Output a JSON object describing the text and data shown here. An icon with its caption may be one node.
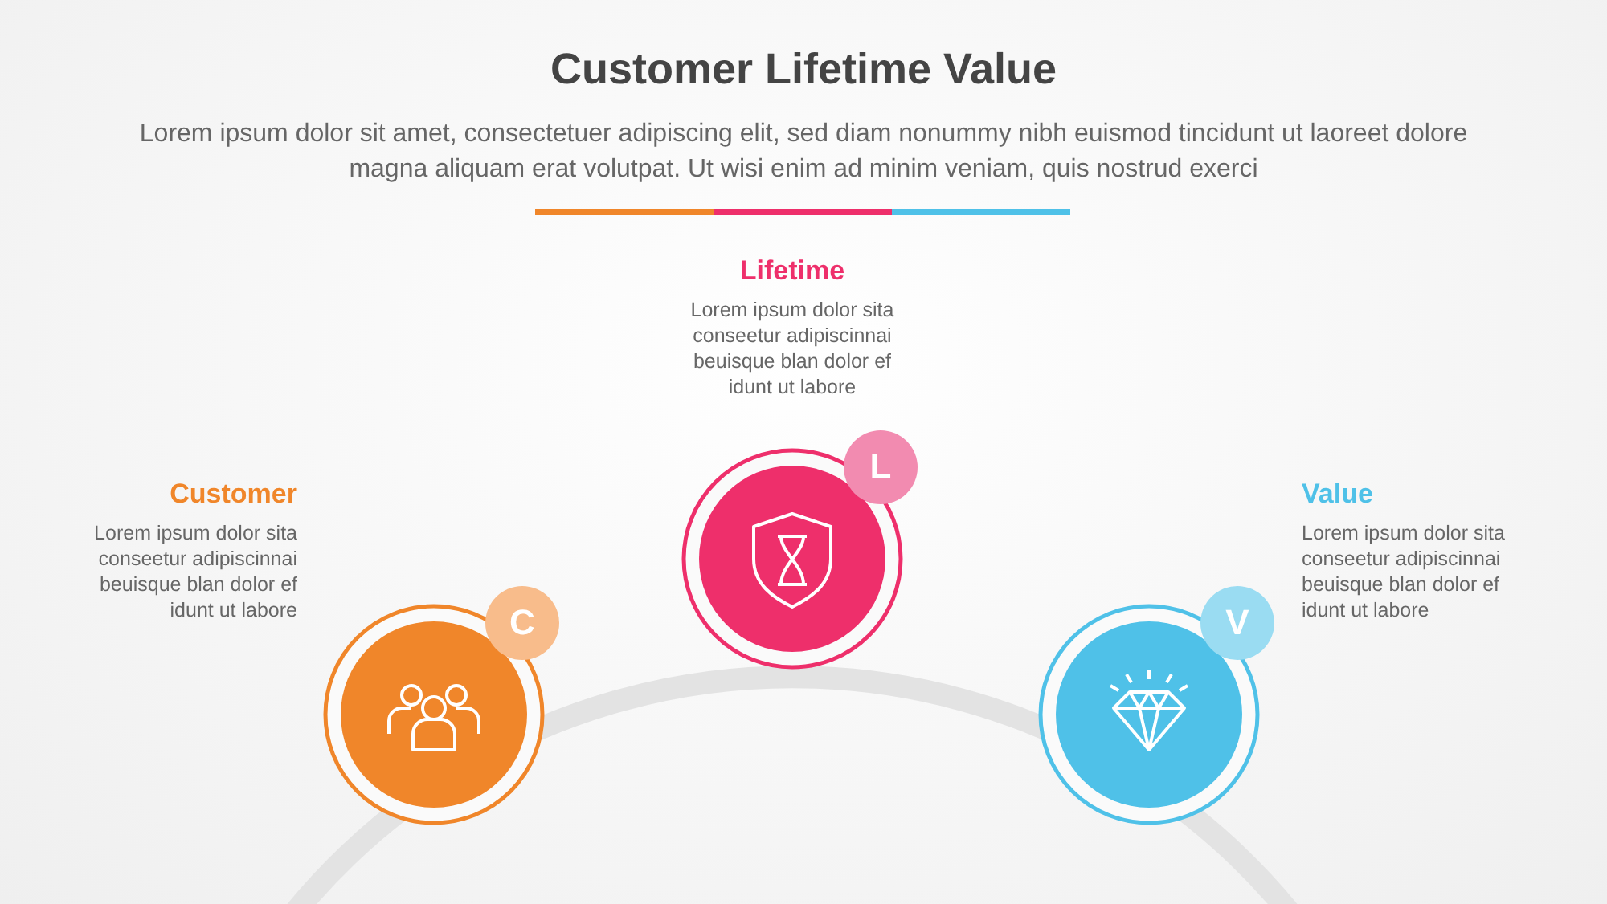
{
  "diagram": {
    "title": "Customer Lifetime Value",
    "nodes": [
      {
        "text": [
          "C"
        ],
        "beside": [
          "Customer",
          "Lorem ipsum dolor sita conseetur adipiscinnai beuisque blan dolor ef idunt ut labore"
        ]
      },
      {
        "text": [
          "L"
        ],
        "beside": [
          "Lifetime",
          "Lorem ipsum dolor sita conseetur adipiscinnai beuisque blan dolor ef idunt ut labore"
        ]
      },
      {
        "text": [
          "V"
        ],
        "beside": [
          "Value",
          "Lorem ipsum dolor sita conseetur adipiscinnai beuisque blan dolor ef idunt ut labore"
        ]
      }
    ],
    "labels": [
      "Lorem ipsum dolor sit amet, consectetuer adipiscing elit, sed diam nonummy nibh euismod tincidunt ut laoreet dolore magna aliquam erat volutpat. Ut wisi enim ad minim veniam, quis nostrud exerci"
    ]
  }
}
